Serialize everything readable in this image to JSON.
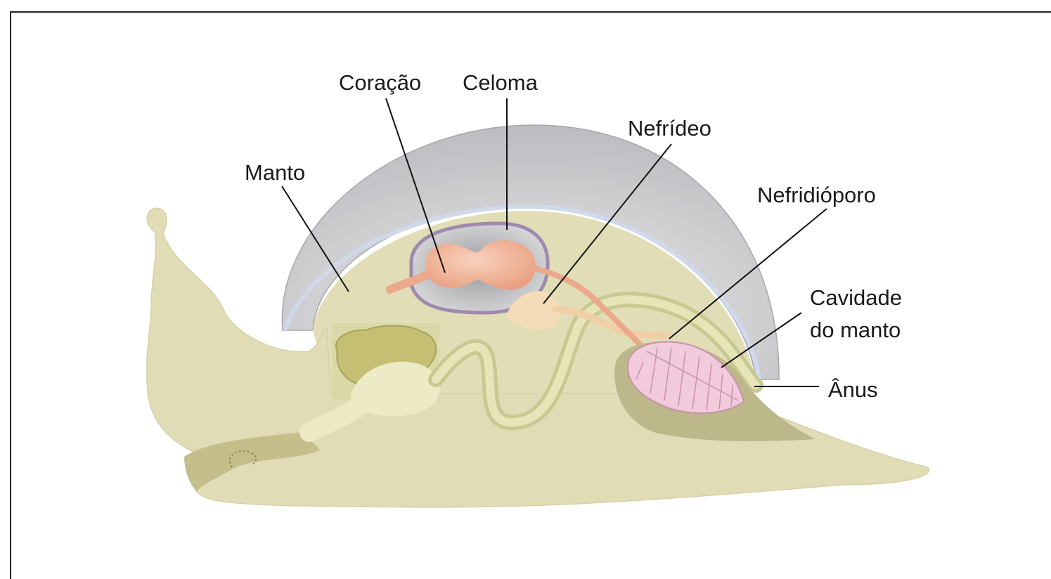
{
  "diagram": {
    "labels": {
      "coracao": "Coração",
      "celoma": "Celoma",
      "nefrideo": "Nefrídeo",
      "manto": "Manto",
      "nefridioporo": "Nefridióporo",
      "cavidade_line1": "Cavidade",
      "cavidade_line2": "do manto",
      "anus": "Ânus"
    },
    "colors": {
      "body": "#dfdcb6",
      "body_dark": "#bdb88a",
      "shell": "#c9c9cc",
      "shell_light": "#e4e4e6",
      "mantle_edge": "#cfd9ea",
      "heart": "#f1b596",
      "coelom_outline": "#9e8aae",
      "nephridium": "#f5dcb8",
      "gill": "#f1cadb",
      "gut": "#d5d59a",
      "stomach": "#b8b46a"
    }
  }
}
